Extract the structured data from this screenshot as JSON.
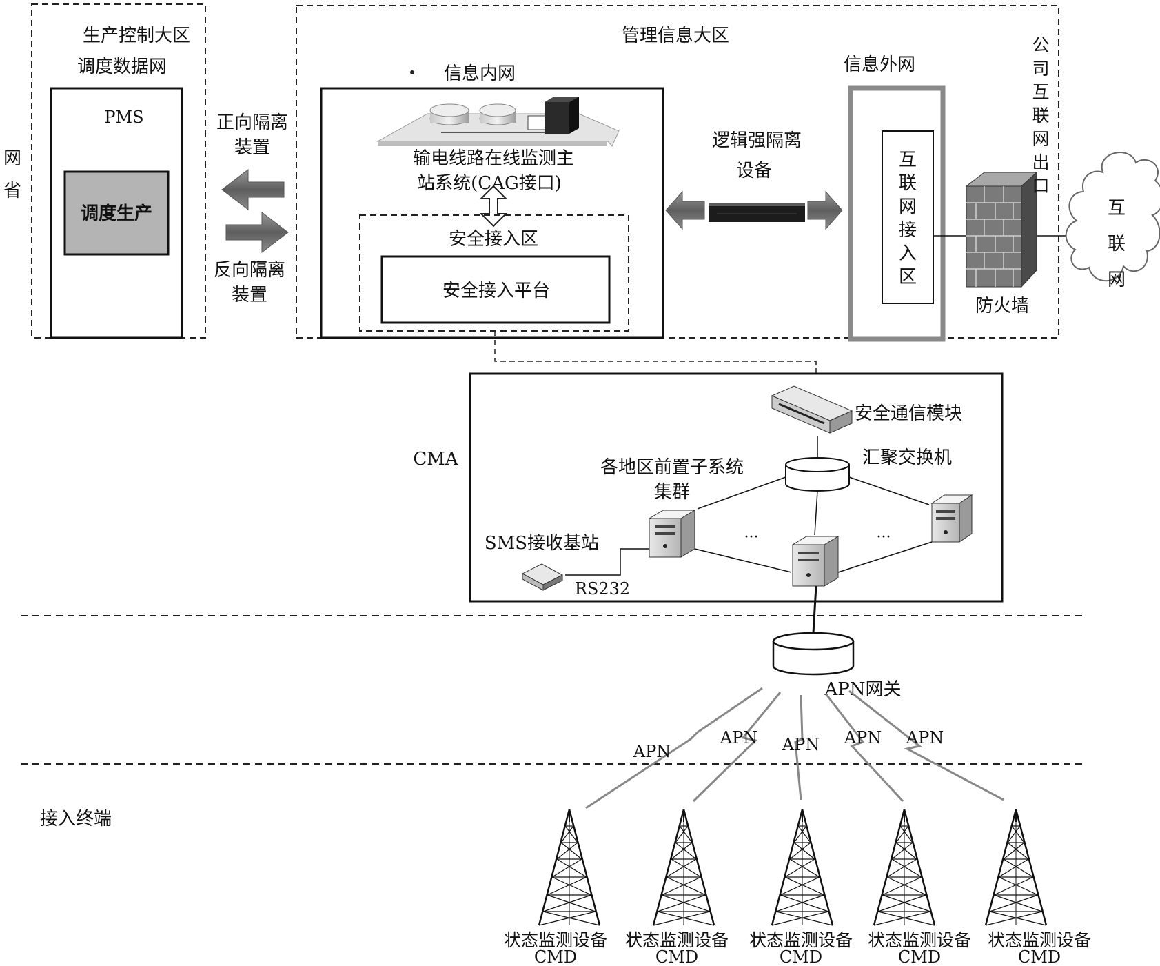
{
  "province_label": [
    "网",
    "省"
  ],
  "production_zone": {
    "title": "生产控制大区",
    "network": "调度数据网",
    "pms": "PMS",
    "dispatch": "调度生产"
  },
  "isolation": {
    "forward_line1": "正向隔离",
    "forward_line2": "装置",
    "reverse_line1": "反向隔离",
    "reverse_line2": "装置"
  },
  "management_zone": {
    "title": "管理信息大区",
    "intranet": "信息内网",
    "master_line1": "输电线路在线监测主",
    "master_line2": "站系统(CAG接口)",
    "secure_zone": "安全接入区",
    "secure_platform": "安全接入平台",
    "logic_line1": "逻辑强隔离",
    "logic_line2": "设备",
    "extranet": "信息外网",
    "internet_access_zone": [
      "互",
      "联",
      "网",
      "接",
      "入",
      "区"
    ],
    "firewall": "防火墙",
    "company_exit": [
      "公",
      "司",
      "互",
      "联",
      "网",
      "出",
      "口"
    ],
    "internet_cloud": [
      "互",
      "联",
      "网"
    ]
  },
  "cma": {
    "label": "CMA",
    "secure_comm": "安全通信模块",
    "switch": "汇聚交换机",
    "cluster_line1": "各地区前置子系统",
    "cluster_line2": "集群",
    "sms": "SMS接收基站",
    "rs232": "RS232",
    "ellipsis": "···"
  },
  "apn_gateway": "APN网关",
  "apn_labels": [
    "APN",
    "APN",
    "APN",
    "APN",
    "APN"
  ],
  "access_terminal": "接入终端",
  "cmd_devices": [
    {
      "name": "状态监测设备",
      "code": "CMD"
    },
    {
      "name": "状态监测设备",
      "code": "CMD"
    },
    {
      "name": "状态监测设备",
      "code": "CMD"
    },
    {
      "name": "状态监测设备",
      "code": "CMD"
    },
    {
      "name": "状态监测设备",
      "code": "CMD"
    }
  ]
}
